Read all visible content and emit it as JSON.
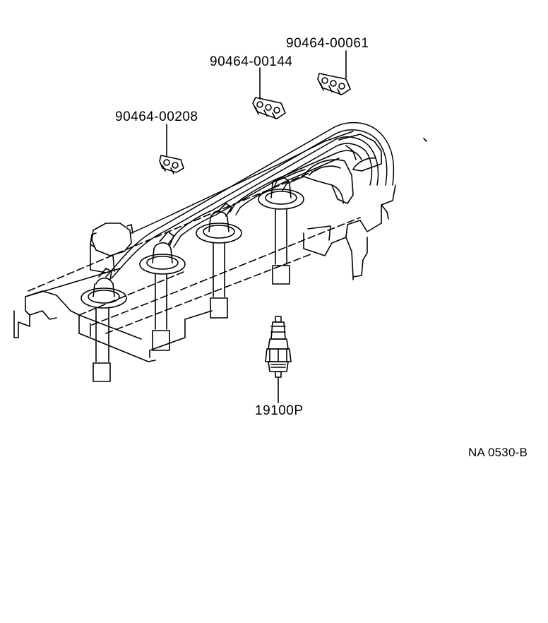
{
  "parts": {
    "cord_clamp_a": "90464-00061",
    "cord_clamp_b": "90464-00144",
    "cord_clamp_c": "90464-00208",
    "spark_plug": "19100P"
  },
  "ref_code": "NA 0530-B",
  "colors": {
    "line": "#000000",
    "background": "#ffffff"
  }
}
